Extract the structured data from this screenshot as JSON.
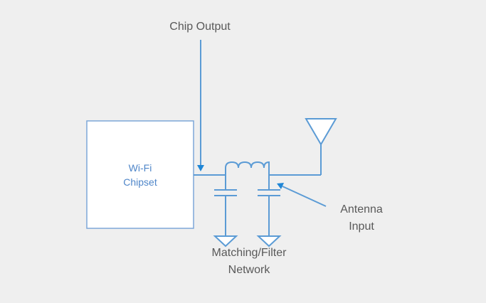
{
  "labels": {
    "chip_output": "Chip Output",
    "chipset_line1": "Wi-Fi",
    "chipset_line2": "Chipset",
    "antenna_line1": "Antenna",
    "antenna_line2": "Input",
    "network_line1": "Matching/Filter",
    "network_line2": "Network"
  },
  "colors": {
    "background": "#efefef",
    "line": "#5b9bd5",
    "box_fill": "#ffffff",
    "box_text": "#4f86c9",
    "text": "#595959"
  }
}
